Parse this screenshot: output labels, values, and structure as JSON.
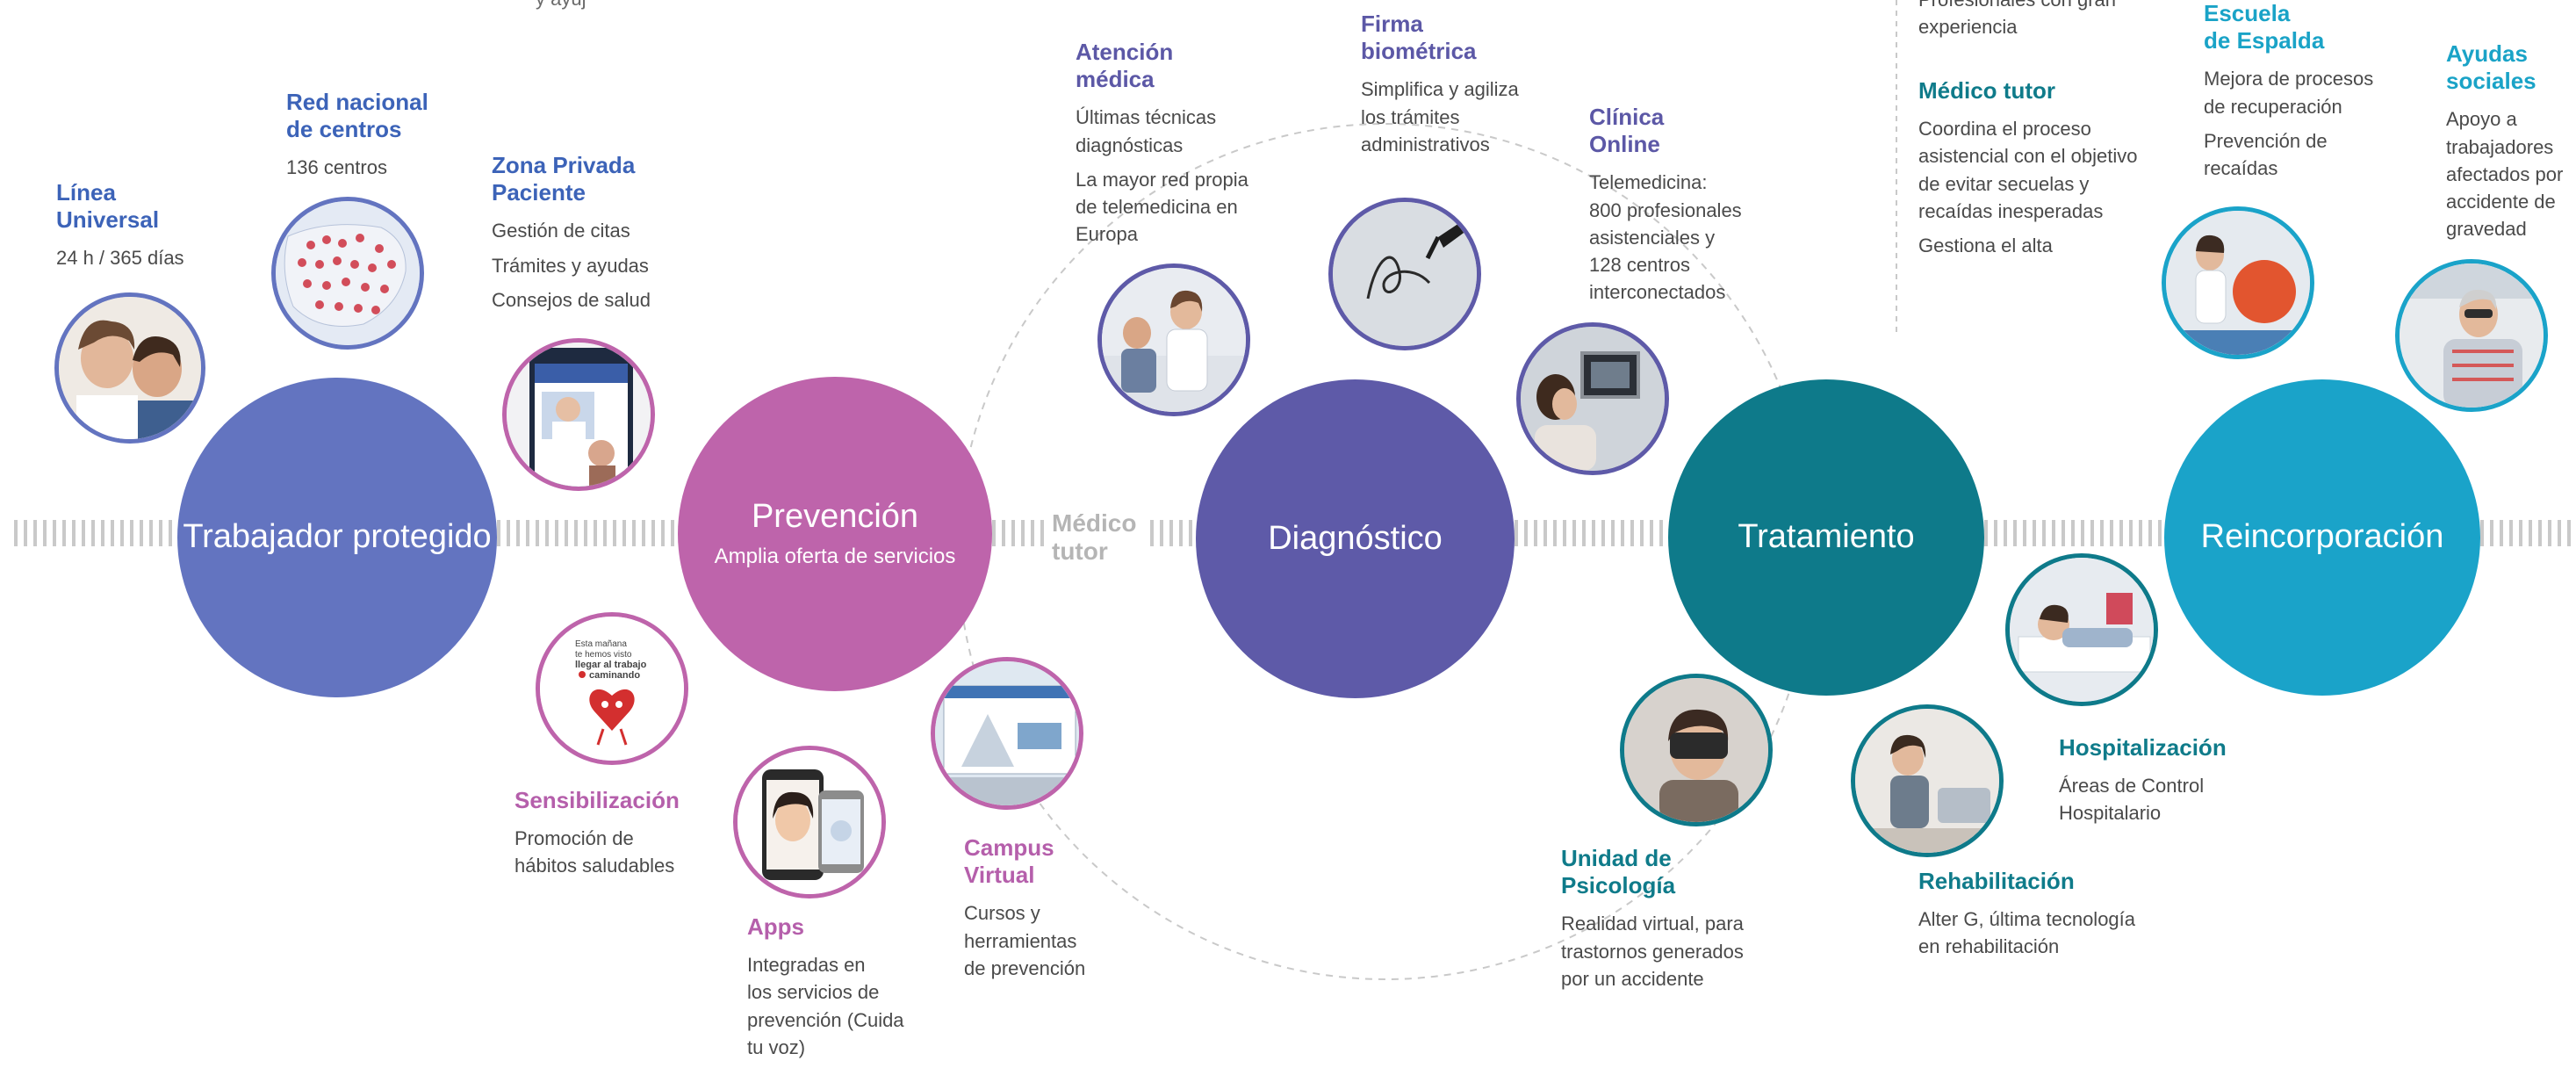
{
  "colors": {
    "trabajador": "#6374c0",
    "prevencion": "#be64ab",
    "diagnostico": "#5e5aa8",
    "tratamiento": "#0e7a8a",
    "reincorporacion": "#1aa3c9",
    "dashes": "#c9c9c9"
  },
  "top_cut_text": "y ayuj",
  "main_circles": {
    "trabajador": {
      "title": "Trabajador protegido"
    },
    "prevencion": {
      "title": "Prevención",
      "subtitle": "Amplia oferta de servicios"
    },
    "diagnostico": {
      "title": "Diagnóstico"
    },
    "tratamiento": {
      "title": "Tratamiento"
    },
    "reincorporacion": {
      "title": "Reincorporación"
    }
  },
  "medico_tutor_link": "Médico\ntutor",
  "labels": {
    "linea": {
      "title": "Línea\nUniversal",
      "lines": [
        "24 h / 365 días"
      ]
    },
    "red": {
      "title": "Red nacional\nde centros",
      "lines": [
        "136 centros"
      ]
    },
    "zona": {
      "title": "Zona Privada\nPaciente",
      "lines": [
        "Gestión de citas",
        "Trámites y ayudas",
        "Consejos de salud"
      ]
    },
    "sensibilizacion": {
      "title": "Sensibilización",
      "lines": [
        "Promoción de\nhábitos saludables"
      ]
    },
    "apps": {
      "title": "Apps",
      "lines": [
        "Integradas en\nlos servicios de\nprevención (Cuida\ntu voz)"
      ]
    },
    "campus": {
      "title": "Campus\nVirtual",
      "lines": [
        "Cursos y\nherramientas\nde prevención"
      ]
    },
    "atencion": {
      "title": "Atención\nmédica",
      "lines": [
        "Últimas técnicas\ndiagnósticas",
        "La mayor red propia\nde telemedicina en\nEuropa"
      ]
    },
    "firma": {
      "title": "Firma\nbiométrica",
      "lines": [
        "Simplifica y agiliza\nlos trámites\nadministrativos"
      ]
    },
    "clinica": {
      "title": "Clínica\nOnline",
      "lines": [
        "Telemedicina:\n800 profesionales\nasistenciales y\n128 centros\ninterconectados"
      ]
    },
    "profesionales": {
      "lines": [
        "Profesionales con gran\nexperiencia"
      ]
    },
    "medico_tutor": {
      "title": "Médico tutor",
      "lines": [
        "Coordina el proceso\nasistencial con el objetivo\nde evitar secuelas y\nrecaídas inesperadas",
        "Gestiona el alta"
      ]
    },
    "escuela": {
      "title": "Escuela\nde Espalda",
      "lines": [
        "Mejora de procesos\nde recuperación",
        "Prevención de\nrecaídas"
      ]
    },
    "ayudas": {
      "title": "Ayudas\nsociales",
      "lines": [
        "Apoyo a\ntrabajadores\nafectados por\naccidente de\ngravedad"
      ]
    },
    "psicologia": {
      "title": "Unidad de\nPsicología",
      "lines": [
        "Realidad virtual, para\ntrastornos generados\npor un accidente"
      ]
    },
    "hospitalizacion": {
      "title": "Hospitalización",
      "lines": [
        "Áreas de Control\nHospitalario"
      ]
    },
    "rehabilitacion": {
      "title": "Rehabilitación",
      "lines": [
        "Alter G, última tecnología\nen rehabilitación"
      ]
    }
  },
  "sensibilizacion_poster": {
    "text": "Esta mañana\nte hemos visto\nllegar al trabajo\ncaminando"
  }
}
